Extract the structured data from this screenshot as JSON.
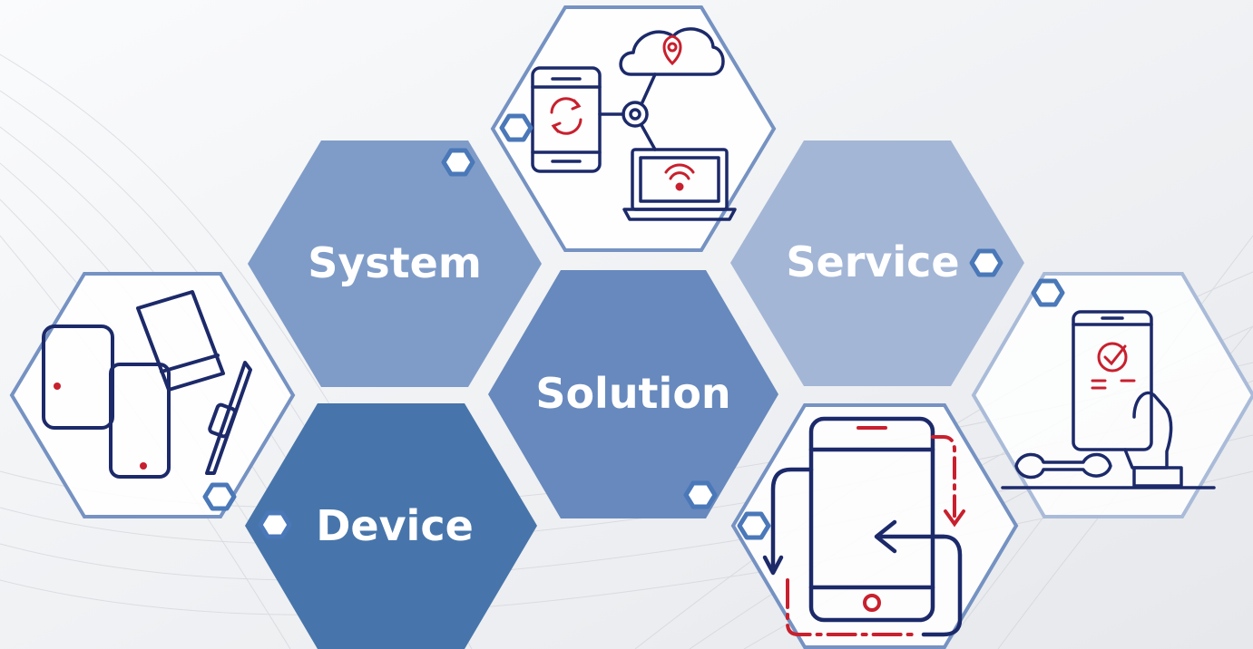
{
  "hexagons": {
    "system": {
      "label": "System",
      "color": "#7f9cc8"
    },
    "solution": {
      "label": "Solution",
      "color": "#6789bd"
    },
    "service": {
      "label": "Service",
      "color": "#a3b6d6"
    },
    "device": {
      "label": "Device",
      "color": "#4775ab"
    }
  },
  "icons": {
    "connectivity": "cloud-phone-laptop-icon",
    "devices": "handheld-devices-icon",
    "maintenance": "tablet-check-wrench-icon",
    "sync": "phone-sync-arrows-icon"
  },
  "colors": {
    "background": "#f4f5f7",
    "outline": "#7592c2",
    "icon_navy": "#1c2a6a",
    "icon_red": "#c8202e",
    "badge_fill": "#ffffff",
    "badge_stroke": "#4a78b8"
  }
}
